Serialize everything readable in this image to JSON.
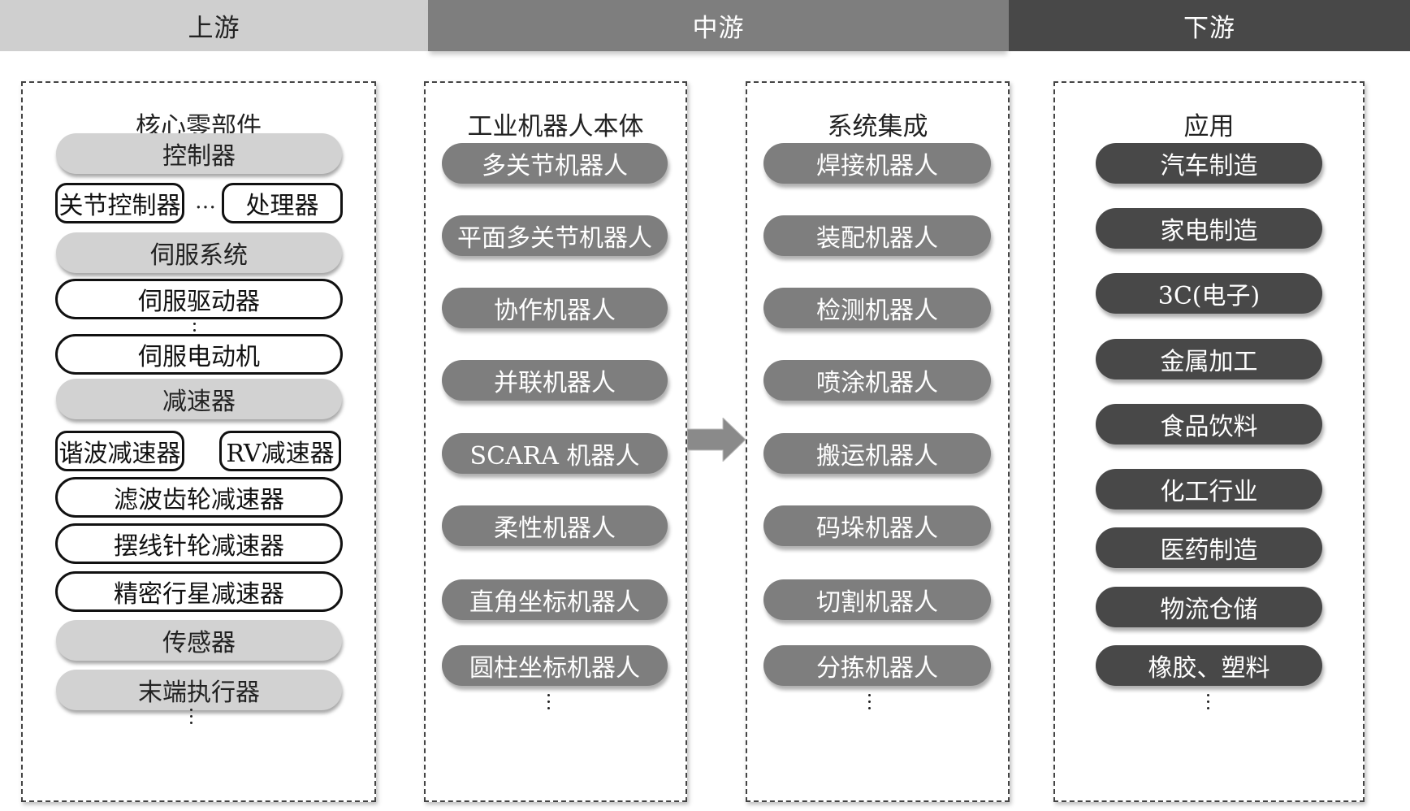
{
  "header": {
    "upstream": "上游",
    "midstream": "中游",
    "downstream": "下游"
  },
  "upstream": {
    "title": "核心零部件",
    "controller": "控制器",
    "joint_controller": "关节控制器",
    "processor": "处理器",
    "servo_system": "伺服系统",
    "servo_driver": "伺服驱动器",
    "servo_motor": "伺服电动机",
    "reducer": "减速器",
    "harmonic_reducer": "谐波减速器",
    "rv_reducer": "RV减速器",
    "filter_gear_reducer": "滤波齿轮减速器",
    "cycloid_reducer": "摆线针轮减速器",
    "planetary_reducer": "精密行星减速器",
    "sensor": "传感器",
    "end_effector": "末端执行器",
    "ellipsis": "…"
  },
  "midstream_body": {
    "title": "工业机器人本体",
    "items": [
      "多关节机器人",
      "平面多关节机器人",
      "协作机器人",
      "并联机器人",
      "SCARA 机器人",
      "柔性机器人",
      "直角坐标机器人",
      "圆柱坐标机器人"
    ]
  },
  "midstream_integration": {
    "title": "系统集成",
    "items": [
      "焊接机器人",
      "装配机器人",
      "检测机器人",
      "喷涂机器人",
      "搬运机器人",
      "码垛机器人",
      "切割机器人",
      "分拣机器人"
    ]
  },
  "downstream": {
    "title": "应用",
    "items": [
      "汽车制造",
      "家电制造",
      "3C(电子)",
      "金属加工",
      "食品饮料",
      "化工行业",
      "医药制造",
      "物流仓储",
      "橡胶、塑料"
    ]
  }
}
